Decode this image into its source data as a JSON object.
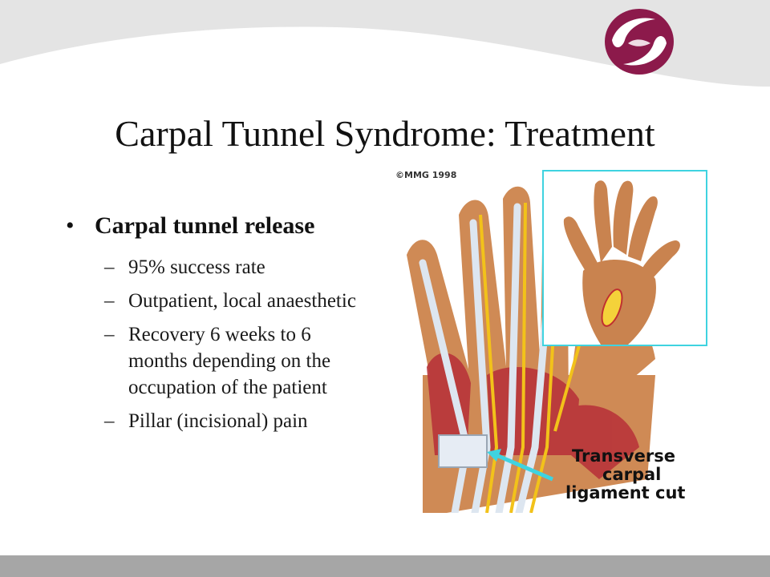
{
  "slide": {
    "title": "Carpal Tunnel Syndrome: Treatment",
    "bullet": {
      "marker": "•",
      "text": "Carpal tunnel release"
    },
    "sub_bullets": [
      "95% success rate",
      "Outpatient, local anaesthetic",
      "Recovery 6 weeks to 6 months depending on the occupation of the patient",
      "Pillar (incisional) pain"
    ],
    "sub_marker": "–"
  },
  "figure": {
    "copyright": "©MMG 1998",
    "callout_lines": [
      "Transverse",
      "carpal",
      "ligament cut"
    ]
  },
  "colors": {
    "logo": "#8c1a4b",
    "wave": "#e4e4e4",
    "footer": "#a6a6a6",
    "inset_border": "#3fd3e0",
    "arrow": "#3fd3e0"
  }
}
